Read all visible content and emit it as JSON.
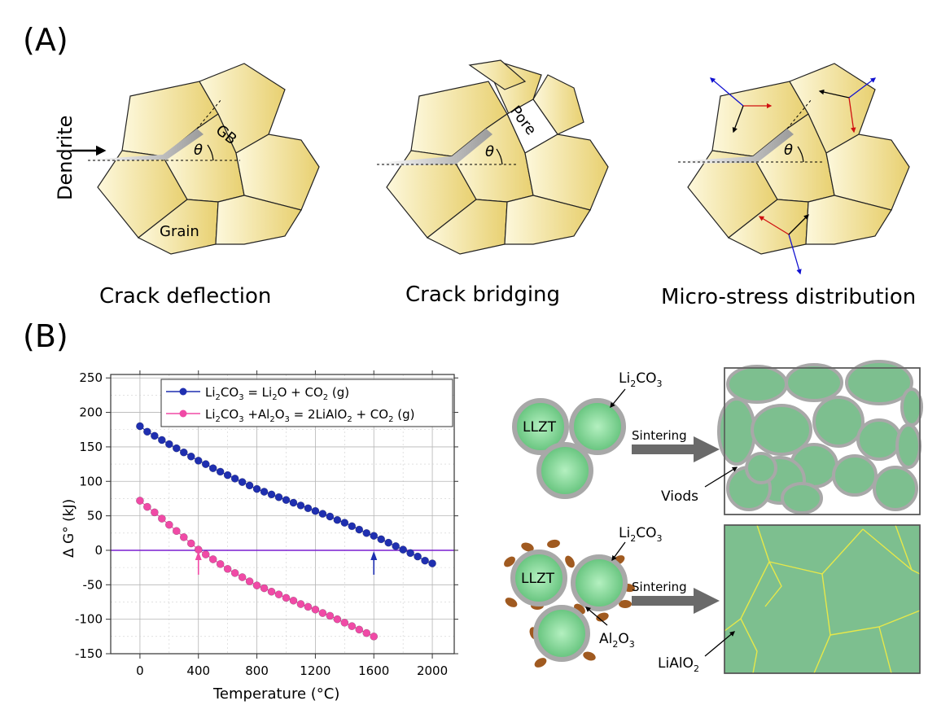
{
  "panel_a": {
    "label": "(A)",
    "crack_deflection": {
      "caption": "Crack deflection",
      "dendrite": "Dendrite",
      "gb": "GB",
      "grain": "Grain",
      "theta": "θ"
    },
    "crack_bridging": {
      "caption": "Crack bridging",
      "pore": "Pore",
      "theta": "θ"
    },
    "micro_stress": {
      "caption": "Micro-stress distribution",
      "theta": "θ"
    }
  },
  "panel_b": {
    "label": "(B)",
    "chart": {
      "x_ticks": [
        "0",
        "400",
        "800",
        "1200",
        "1600",
        "2000"
      ],
      "y_ticks": [
        "250",
        "200",
        "150",
        "100",
        "50",
        "0",
        "-50",
        "-100",
        "-150"
      ]
    },
    "schematic": {
      "llzt_1": "LLZT",
      "llzt_2": "LLZT",
      "li2co3_1": {
        "base": "Li",
        "sub1": "2",
        "mid": "CO",
        "sub2": "3"
      },
      "li2co3_2": {
        "base": "Li",
        "sub1": "2",
        "mid": "CO",
        "sub2": "3"
      },
      "al2o3": {
        "base": "Al",
        "sub1": "2",
        "mid": "O",
        "sub2": "3"
      },
      "sintering_1": "Sintering",
      "sintering_2": "Sintering",
      "voids": "Viods",
      "lialo2": {
        "base": "LiAlO",
        "sub": "2"
      }
    }
  },
  "colors": {
    "grain_light": "#fdf8dc",
    "grain_dark": "#e8d070",
    "series_blue": "#1f2fb0",
    "series_pink": "#f04aa6",
    "zero_line": "#7a1fd0",
    "particle_green": "#7bcf8f",
    "particle_shell": "#a8a8a8",
    "al2o3_brown": "#a05a20",
    "block_green": "#7dbf8f",
    "gb_yellow": "#e6e84a"
  },
  "chart_data": {
    "type": "scatter",
    "xlabel": "Temperature (°C)",
    "ylabel": "Δ G° (kJ)",
    "xlim": [
      -200,
      2150
    ],
    "ylim": [
      -150,
      255
    ],
    "x_ticks": [
      0,
      400,
      800,
      1200,
      1600,
      2000
    ],
    "y_ticks": [
      -150,
      -100,
      -50,
      0,
      50,
      100,
      150,
      200,
      250
    ],
    "grid": true,
    "legend_position": "top-right",
    "reference_line": {
      "y": 0
    },
    "series": [
      {
        "name": "Li2CO3 = Li2O + CO2 (g)",
        "legend": {
          "a": "Li",
          "a_sub": "2",
          "b": "CO",
          "b_sub": "3",
          "c": " = Li",
          "c_sub": "2",
          "d": "O + CO",
          "d_sub": "2",
          "e": " (g)"
        },
        "marker_color": "#1f2fb0",
        "x": [
          0,
          50,
          100,
          150,
          200,
          250,
          300,
          350,
          400,
          450,
          500,
          550,
          600,
          650,
          700,
          750,
          800,
          850,
          900,
          950,
          1000,
          1050,
          1100,
          1150,
          1200,
          1250,
          1300,
          1350,
          1400,
          1450,
          1500,
          1550,
          1600,
          1650,
          1700,
          1750,
          1800,
          1850,
          1900,
          1950,
          2000
        ],
        "y": [
          180,
          172,
          166,
          160,
          154,
          148,
          142,
          136,
          130,
          125,
          119,
          114,
          109,
          104,
          99,
          94,
          89,
          85,
          81,
          77,
          73,
          69,
          65,
          61,
          57,
          53,
          49,
          44,
          40,
          35,
          30,
          25,
          21,
          16,
          11,
          6,
          1,
          -4,
          -9,
          -15,
          -19
        ],
        "arrow_at_x": 1600
      },
      {
        "name": "Li2CO3 +Al2O3 = 2LiAlO2 + CO2 (g)",
        "legend": {
          "a": "Li",
          "a_sub": "2",
          "b": "CO",
          "b_sub": "3",
          "c": " +Al",
          "c_sub": "2",
          "d": "O",
          "d_sub": "3",
          "e": " = 2LiAlO",
          "e_sub": "2",
          "f": " + CO",
          "f_sub": "2",
          "g": " (g)"
        },
        "marker_color": "#f04aa6",
        "x": [
          0,
          50,
          100,
          150,
          200,
          250,
          300,
          350,
          400,
          450,
          500,
          550,
          600,
          650,
          700,
          750,
          800,
          850,
          900,
          950,
          1000,
          1050,
          1100,
          1150,
          1200,
          1250,
          1300,
          1350,
          1400,
          1450,
          1500,
          1550,
          1600
        ],
        "y": [
          72,
          63,
          55,
          46,
          37,
          28,
          19,
          10,
          1,
          -6,
          -13,
          -20,
          -27,
          -33,
          -39,
          -45,
          -51,
          -55,
          -60,
          -64,
          -69,
          -73,
          -78,
          -82,
          -86,
          -91,
          -95,
          -100,
          -105,
          -110,
          -115,
          -120,
          -125
        ],
        "arrow_at_x": 400
      }
    ]
  }
}
